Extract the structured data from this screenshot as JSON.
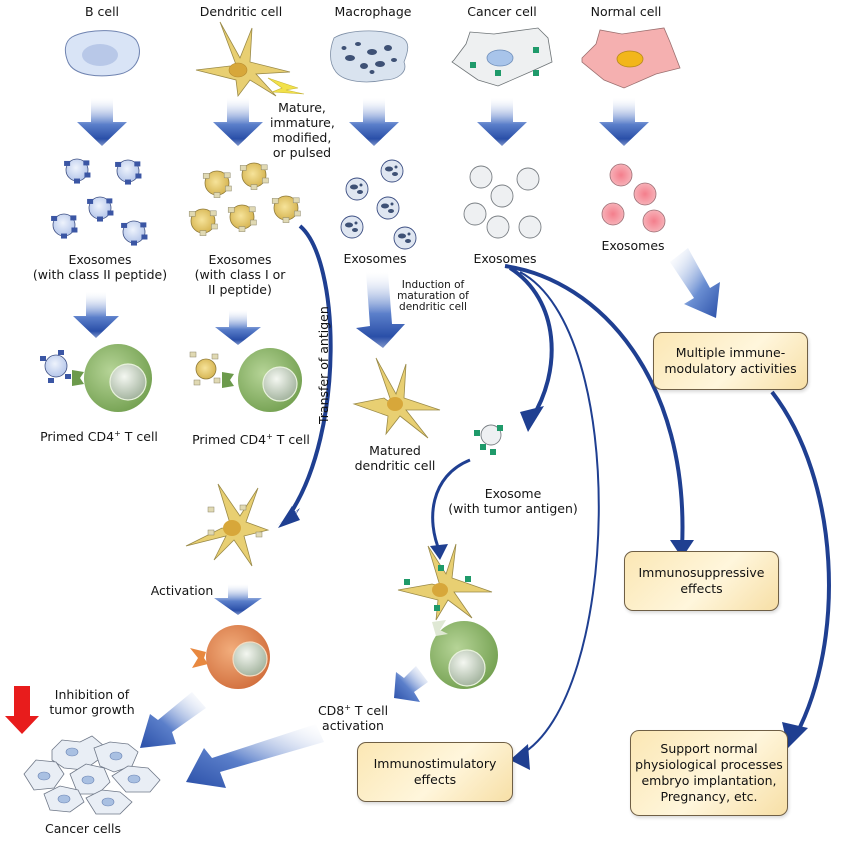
{
  "sources": {
    "b_cell": "B cell",
    "dendritic_cell": "Dendritic cell",
    "macrophage": "Macrophage",
    "cancer_cell": "Cancer cell",
    "normal_cell": "Normal cell"
  },
  "dc_states": [
    "Mature,",
    "immature,",
    "modified,",
    "or pulsed"
  ],
  "exosomes": {
    "b_cell": [
      "Exosomes",
      "(with class II peptide)"
    ],
    "dendritic_cell": [
      "Exosomes",
      "(with class I or",
      "II peptide)"
    ],
    "macrophage": "Exosomes",
    "cancer_cell": "Exosomes",
    "normal_cell": "Exosomes"
  },
  "primed_cd4_b": "Primed CD4",
  "primed_cd4_dc": "Primed CD4",
  "cd4_sup": "+",
  "cd4_suffix": " T cell",
  "transfer_of_antigen": "Transfer of antigen",
  "induction": [
    "Induction of",
    "maturation of",
    "dendritic cell"
  ],
  "matured_dc": [
    "Matured",
    "dendritic cell"
  ],
  "exosome_tumor_antigen": [
    "Exosome",
    "(with tumor antigen)"
  ],
  "activation": "Activation",
  "inhibition": [
    "Inhibition of",
    "tumor growth"
  ],
  "cancer_cells": "Cancer cells",
  "cd8_activation": {
    "prefix": "CD8",
    "sup": "+",
    "line1_suffix": " T cell",
    "line2": "activation"
  },
  "boxes": {
    "multiple_immune": [
      "Multiple immune-",
      "modulatory activities"
    ],
    "immunosuppressive": [
      "Immunosuppressive",
      "effects"
    ],
    "immunostimulatory": [
      "Immunostimulatory",
      "effects"
    ],
    "support_normal": [
      "Support normal",
      "physiological processes",
      "embryo implantation,",
      "Pregnancy, etc."
    ]
  },
  "colors": {
    "arrow_blue": "#2a4fa8",
    "curve_blue": "#1f3f91",
    "b_exosome": "#cfdcf3",
    "dc_yellow": "#e9cf6e",
    "macrophage_bg": "#d5dfec",
    "cancer_cell_bg": "#eceeef",
    "normal_cell_bg": "#f4a6a6",
    "t_cell_green": "#8fb86b",
    "activated_t_orange": "#e58a55",
    "tumor_antigen_green": "#1f9a6a",
    "inhibition_red": "#e81c1c",
    "box_fill": "#fbe9bd"
  }
}
